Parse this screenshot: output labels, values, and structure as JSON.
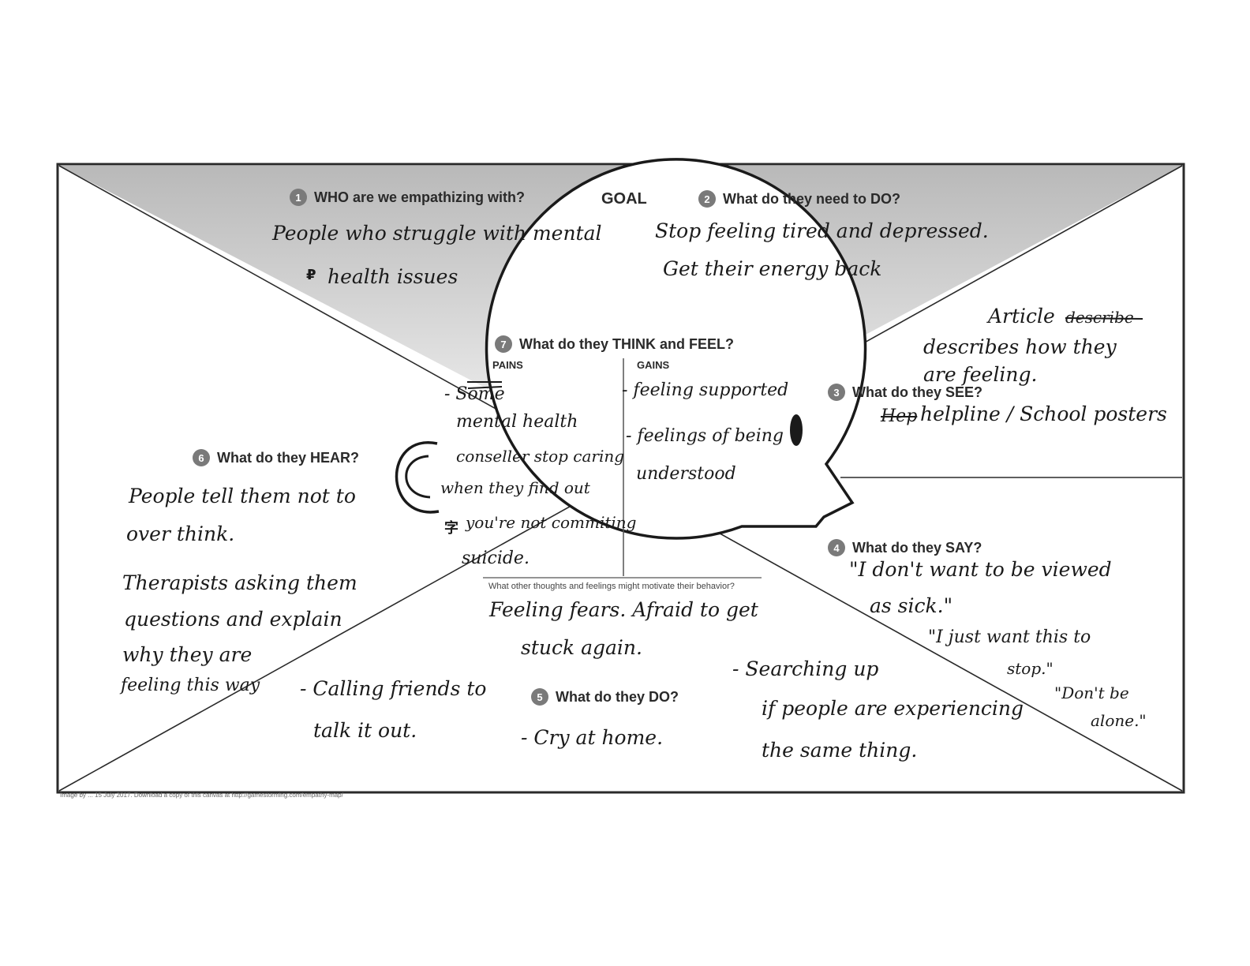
{
  "sections": {
    "who": {
      "num": "1",
      "label": "WHO are we empathizing with?",
      "answer": [
        "People who struggle with mental",
        "health issues"
      ]
    },
    "goal": {
      "label": "GOAL"
    },
    "do_goal": {
      "num": "2",
      "label": "What do they need to DO?",
      "answer": [
        "Stop feeling tired and depressed.",
        "Get their energy back"
      ]
    },
    "see": {
      "num": "3",
      "label": "What do they SEE?",
      "article": [
        "Article",
        "describe",
        "describes how they",
        "are feeling."
      ],
      "struck": "Hep",
      "answer": "helpline / School posters"
    },
    "say": {
      "num": "4",
      "label": "What do they SAY?",
      "answer": [
        "\"I don't want to be viewed",
        "as sick.\"",
        "\"I just want this to",
        "stop.\"",
        "\"Don't be",
        "alone.\""
      ]
    },
    "do": {
      "num": "5",
      "label": "What do they DO?",
      "left": [
        "- Calling friends to",
        "talk it out."
      ],
      "middle": "- Cry at home.",
      "right": [
        "- Searching up",
        "if people are experiencing",
        "the same thing."
      ]
    },
    "hear": {
      "num": "6",
      "label": "What do they HEAR?",
      "answer": [
        "People tell them not to",
        "over think.",
        "Therapists asking them",
        "questions and explain",
        "why they are",
        "feeling this way"
      ]
    },
    "think": {
      "num": "7",
      "label": "What do they THINK and FEEL?",
      "pains_label": "PAINS",
      "gains_label": "GAINS",
      "pains": [
        "- Some",
        "mental health",
        "conseller stop caring",
        "when they find out",
        "you're not commiting",
        "suicide."
      ],
      "gains": [
        "- feeling supported",
        "- feelings of being",
        "understood"
      ],
      "prompt": "What other thoughts and feelings might motivate their behavior?",
      "motivation": [
        "Feeling fears. Afraid to get",
        "stuck again."
      ]
    }
  },
  "footer": "Image by ... 15 July 2017. Download a copy of this canvas at http://gamestorming.com/empathy-map/"
}
